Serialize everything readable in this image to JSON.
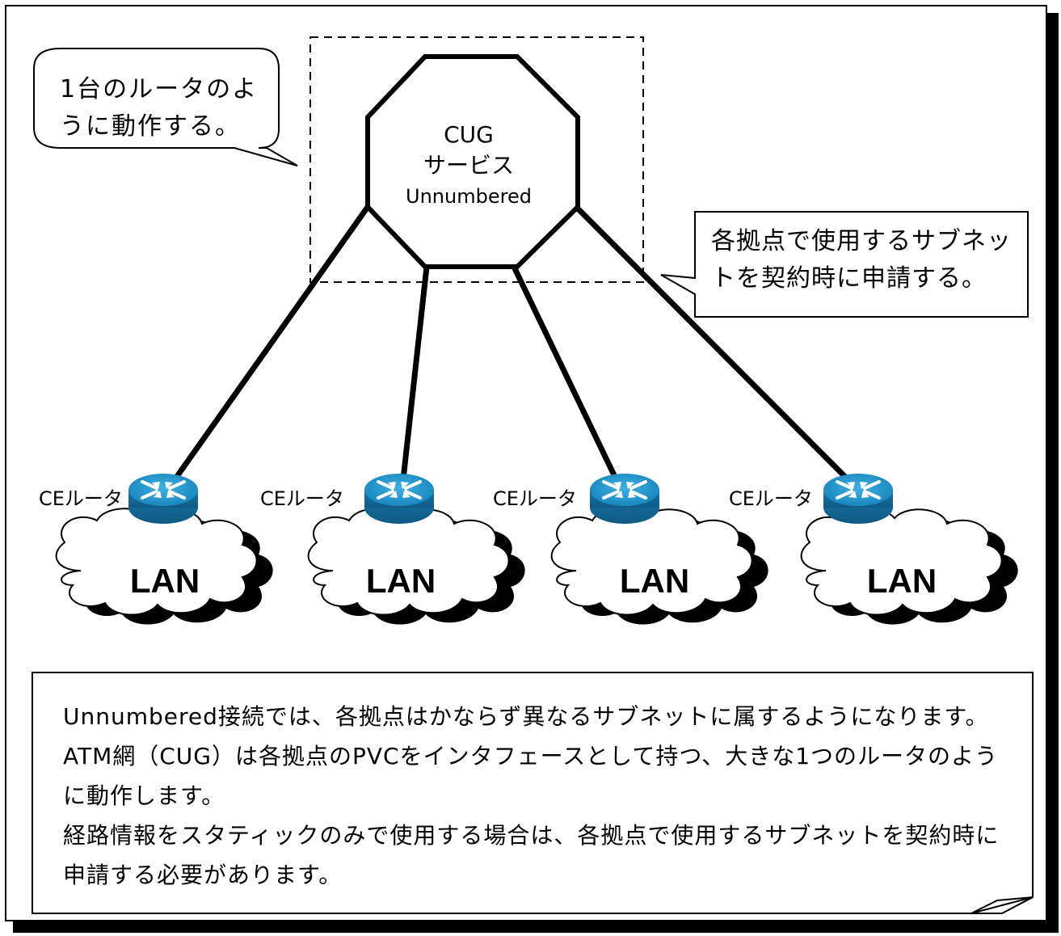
{
  "callouts": {
    "router_behavior": "1台のルータのように動作する。",
    "subnet_application": "各拠点で使用するサブネットを契約時に申請する。"
  },
  "cug": {
    "line1": "CUG",
    "line2": "サービス",
    "line3": "Unnumbered"
  },
  "sites": [
    {
      "router_label": "CEルータ",
      "lan_label": "LAN"
    },
    {
      "router_label": "CEルータ",
      "lan_label": "LAN"
    },
    {
      "router_label": "CEルータ",
      "lan_label": "LAN"
    },
    {
      "router_label": "CEルータ",
      "lan_label": "LAN"
    }
  ],
  "note": {
    "line1": "Unnumbered接続では、各拠点はかならず異なるサブネットに属するようになります。",
    "line2": "ATM網（CUG）は各拠点のPVCをインタフェースとして持つ、大きな1つのルータのように動作します。",
    "line3": "経路情報をスタティックのみで使用する場合は、各拠点で使用するサブネットを契約時に申請する必要があります。"
  },
  "icons": {
    "router": "router-icon",
    "cloud": "cloud-icon"
  },
  "colors": {
    "router_top": "#2a9bd0",
    "router_side": "#1a6f9e",
    "line": "#000000"
  }
}
